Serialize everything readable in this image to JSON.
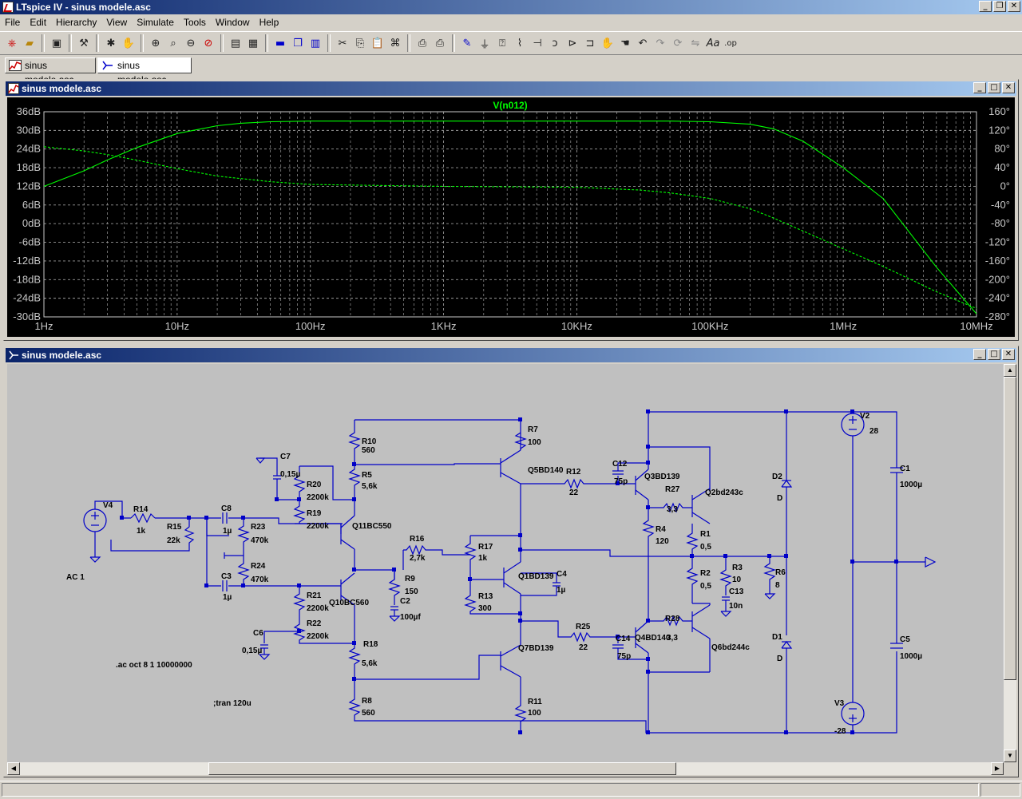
{
  "app": {
    "title": "LTspice IV - sinus  modele.asc"
  },
  "menu": [
    "File",
    "Edit",
    "Hierarchy",
    "View",
    "Simulate",
    "Tools",
    "Window",
    "Help"
  ],
  "tabs": [
    {
      "label": "sinus  modele.asc",
      "icon": "waveform-icon",
      "active": false
    },
    {
      "label": "sinus  modele.asc",
      "icon": "schematic-icon",
      "active": true
    }
  ],
  "plot_window": {
    "title": "sinus  modele.asc"
  },
  "schematic_window": {
    "title": "sinus  modele.asc"
  },
  "chart_data": {
    "type": "line",
    "title": "V(n012)",
    "x_scale": "log",
    "xlim": [
      1,
      10000000
    ],
    "x_ticks": [
      "1Hz",
      "10Hz",
      "100Hz",
      "1KHz",
      "10KHz",
      "100KHz",
      "1MHz",
      "10MHz"
    ],
    "y_left_ticks": [
      "36dB",
      "30dB",
      "24dB",
      "18dB",
      "12dB",
      "6dB",
      "0dB",
      "-6dB",
      "-12dB",
      "-18dB",
      "-24dB",
      "-30dB"
    ],
    "y_left_lim": [
      -30,
      36
    ],
    "y_right_ticks": [
      "160°",
      "120°",
      "80°",
      "40°",
      "0°",
      "-40°",
      "-80°",
      "-120°",
      "-160°",
      "-200°",
      "-240°",
      "-280°"
    ],
    "y_right_lim": [
      -280,
      160
    ],
    "series": [
      {
        "name": "V(n012)",
        "style": "solid",
        "axis": "left",
        "x": [
          1,
          2,
          3,
          5,
          10,
          20,
          30,
          50,
          100,
          1000,
          10000,
          50000,
          100000,
          200000,
          300000,
          500000,
          1000000,
          2000000,
          5000000,
          10000000
        ],
        "y": [
          12,
          17,
          20.5,
          24.5,
          29,
          31.5,
          32.3,
          32.8,
          33,
          33,
          33,
          33,
          32.8,
          32,
          30.5,
          26.5,
          18,
          8,
          -14,
          -29
        ]
      },
      {
        "name": "V(n012) phase",
        "style": "dashed",
        "axis": "right",
        "x": [
          1,
          2,
          3,
          5,
          10,
          20,
          50,
          100,
          1000,
          10000,
          30000,
          50000,
          100000,
          200000,
          300000,
          500000,
          1000000,
          2000000,
          5000000,
          10000000
        ],
        "y": [
          85,
          76,
          68,
          56,
          38,
          22,
          10,
          4,
          0,
          -2,
          -8,
          -14,
          -26,
          -48,
          -68,
          -96,
          -134,
          -172,
          -226,
          -262
        ]
      }
    ],
    "colors": {
      "line": "#00ff00",
      "grid": "#9a9a9a",
      "background": "#000000"
    }
  },
  "schematic": {
    "labels": {
      "v4": "V4",
      "ac1": "AC 1",
      "r14": "R14",
      "r14v": "1k",
      "r15": "R15",
      "r15v": "22k",
      "c8": "C8",
      "c8v": "1µ",
      "c3": "C3",
      "c3v": "1µ",
      "r23": "R23",
      "r23v": "470k",
      "r24": "R24",
      "r24v": "470k",
      "c7": "C7",
      "c7v": "0,15µ",
      "c6": "C6",
      "c6v": "0,15µ",
      "r20": "R20",
      "r20v": "2200k",
      "r19": "R19",
      "r19v": "2200k",
      "r21": "R21",
      "r21v": "2200k",
      "r22": "R22",
      "r22v": "2200k",
      "r10": "R10",
      "r10v": "560",
      "r5": "R5",
      "r5v": "5,6k",
      "q11": "Q11BC550",
      "q10": "Q10BC560",
      "r18": "R18",
      "r18v": "5,6k",
      "r8": "R8",
      "r8v": "560",
      "r16": "R16",
      "r16v": "2,7k",
      "r9": "R9",
      "r9v": "150",
      "c2": "C2",
      "c2v": "100µf",
      "r7": "R7",
      "r7v": "100",
      "q5": "Q5BD140",
      "r12": "R12",
      "r12v": "22",
      "r17": "R17",
      "r17v": "1k",
      "r13": "R13",
      "r13v": "300",
      "q1": "Q1BD139",
      "c4": "C4",
      "c4v": "1µ",
      "q7": "Q7BD139",
      "r11": "R11",
      "r11v": "100",
      "r25": "R25",
      "r25v": "22",
      "c12": "C12",
      "c12v": "75p",
      "c14": "C14",
      "c14v": "75p",
      "q3": "Q3BD139",
      "q4": "Q4BD140",
      "r27": "R27",
      "r27v": "3,3",
      "r28": "R28",
      "r28v": "3,3",
      "q2": "Q2bd243c",
      "q6": "Q6bd244c",
      "r4": "R4",
      "r4v": "120",
      "r1": "R1",
      "r1v": "0,5",
      "r2": "R2",
      "r2v": "0,5",
      "r3": "R3",
      "r3v": "10",
      "c13": "C13",
      "c13v": "10n",
      "r6": "R6",
      "r6v": "8",
      "d2": "D2",
      "d2v": "D",
      "d1": "D1",
      "d1v": "D",
      "v2": "V2",
      "v2v": "28",
      "v3": "V3",
      "v3v": "-28",
      "c1": "C1",
      "c1v": "1000µ",
      "c5": "C5",
      "c5v": "1000µ",
      "ac_directive": ".ac oct 8 1 10000000",
      "tran_directive": ";tran 120u"
    }
  }
}
